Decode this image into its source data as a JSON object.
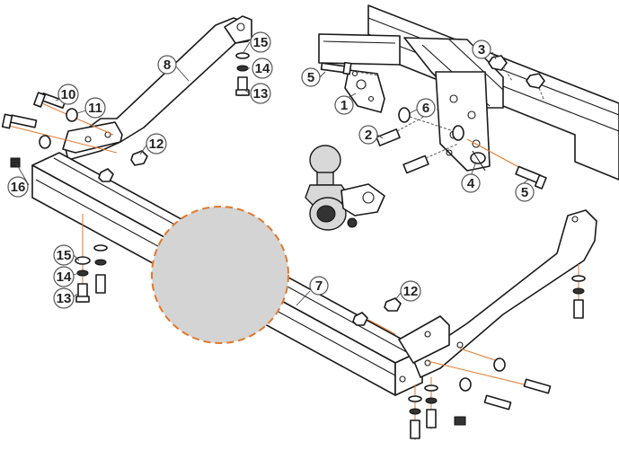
{
  "diagram": {
    "callouts": [
      {
        "id": "c1",
        "label": "1"
      },
      {
        "id": "c2",
        "label": "2"
      },
      {
        "id": "c3",
        "label": "3"
      },
      {
        "id": "c4",
        "label": "4"
      },
      {
        "id": "c5a",
        "label": "5"
      },
      {
        "id": "c5b",
        "label": "5"
      },
      {
        "id": "c6",
        "label": "6"
      },
      {
        "id": "c7",
        "label": "7"
      },
      {
        "id": "c8",
        "label": "8"
      },
      {
        "id": "c10",
        "label": "10"
      },
      {
        "id": "c11",
        "label": "11"
      },
      {
        "id": "c12a",
        "label": "12"
      },
      {
        "id": "c12b",
        "label": "12"
      },
      {
        "id": "c13a",
        "label": "13"
      },
      {
        "id": "c13b",
        "label": "13"
      },
      {
        "id": "c14a",
        "label": "14"
      },
      {
        "id": "c14b",
        "label": "14"
      },
      {
        "id": "c15a",
        "label": "15"
      },
      {
        "id": "c15b",
        "label": "15"
      },
      {
        "id": "c16",
        "label": "16"
      }
    ],
    "accent_color": "#e0782b",
    "placeholder_fill": "#d4d4d4"
  }
}
